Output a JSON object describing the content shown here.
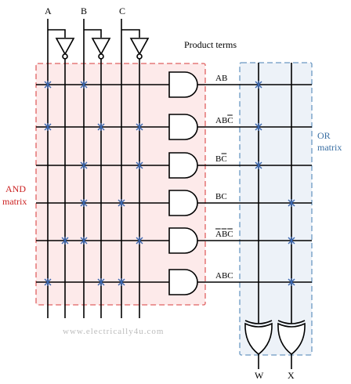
{
  "inputs": [
    "A",
    "B",
    "C"
  ],
  "header": {
    "product_terms": "Product terms"
  },
  "and_matrix": {
    "label_line1": "AND",
    "label_line2": "matrix"
  },
  "or_matrix": {
    "label_line1": "OR",
    "label_line2": "matrix"
  },
  "product_terms": [
    {
      "text": "AB",
      "bar": []
    },
    {
      "text": "ABC",
      "bar": [
        2
      ]
    },
    {
      "text": "BC",
      "bar": [
        1
      ]
    },
    {
      "text": "BC",
      "bar": []
    },
    {
      "text": "ABC",
      "bar": [
        0,
        1,
        2
      ]
    },
    {
      "text": "ABC",
      "bar": []
    }
  ],
  "and_connections": [
    [
      0,
      2
    ],
    [
      0,
      3,
      5
    ],
    [
      2,
      5
    ],
    [
      2,
      4
    ],
    [
      1,
      2,
      5
    ],
    [
      0,
      3,
      4
    ]
  ],
  "or_connections": [
    [
      0
    ],
    [
      0
    ],
    [
      0
    ],
    [
      1
    ],
    [
      1
    ],
    [
      1
    ]
  ],
  "outputs": [
    "W",
    "X"
  ],
  "watermark": "www.electrically4u.com",
  "colors": {
    "and_box_fill": "#fdeaea",
    "and_box_stroke": "#e06060",
    "or_box_fill": "#edf2f8",
    "or_box_stroke": "#6b98c2",
    "cross_mark": "#3a67b0"
  }
}
